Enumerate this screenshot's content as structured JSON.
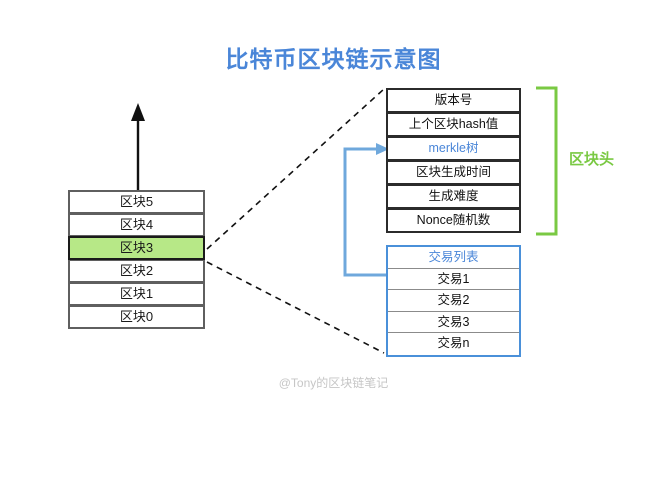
{
  "title": "比特币区块链示意图",
  "chain": {
    "name": "blockchain-stack",
    "blocks": [
      {
        "label": "区块5",
        "selected": false
      },
      {
        "label": "区块4",
        "selected": false
      },
      {
        "label": "区块3",
        "selected": true
      },
      {
        "label": "区块2",
        "selected": false
      },
      {
        "label": "区块1",
        "selected": false
      },
      {
        "label": "区块0",
        "selected": false
      }
    ]
  },
  "block_header": {
    "bracket_label": "区块头",
    "rows": [
      {
        "label": "版本号",
        "accent": false
      },
      {
        "label": "上个区块hash值",
        "accent": false
      },
      {
        "label": "merkle树",
        "accent": true
      },
      {
        "label": "区块生成时间",
        "accent": false
      },
      {
        "label": "生成难度",
        "accent": false
      },
      {
        "label": "Nonce随机数",
        "accent": false
      }
    ]
  },
  "transaction_list": {
    "rows": [
      {
        "label": "交易列表",
        "accent": true
      },
      {
        "label": "交易1",
        "accent": false
      },
      {
        "label": "交易2",
        "accent": false
      },
      {
        "label": "交易3",
        "accent": false
      },
      {
        "label": "交易n",
        "accent": false
      }
    ]
  },
  "watermark": "@Tony的区块链笔记",
  "colors": {
    "title_blue": "#4a86d8",
    "accent_blue": "#4a90d9",
    "selected_green": "#b7e887",
    "bracket_green": "#7ac943",
    "block_border_gray": "#5f5f5f",
    "header_border_dark": "#2b2b2b",
    "watermark_gray": "#c6c6c6"
  }
}
